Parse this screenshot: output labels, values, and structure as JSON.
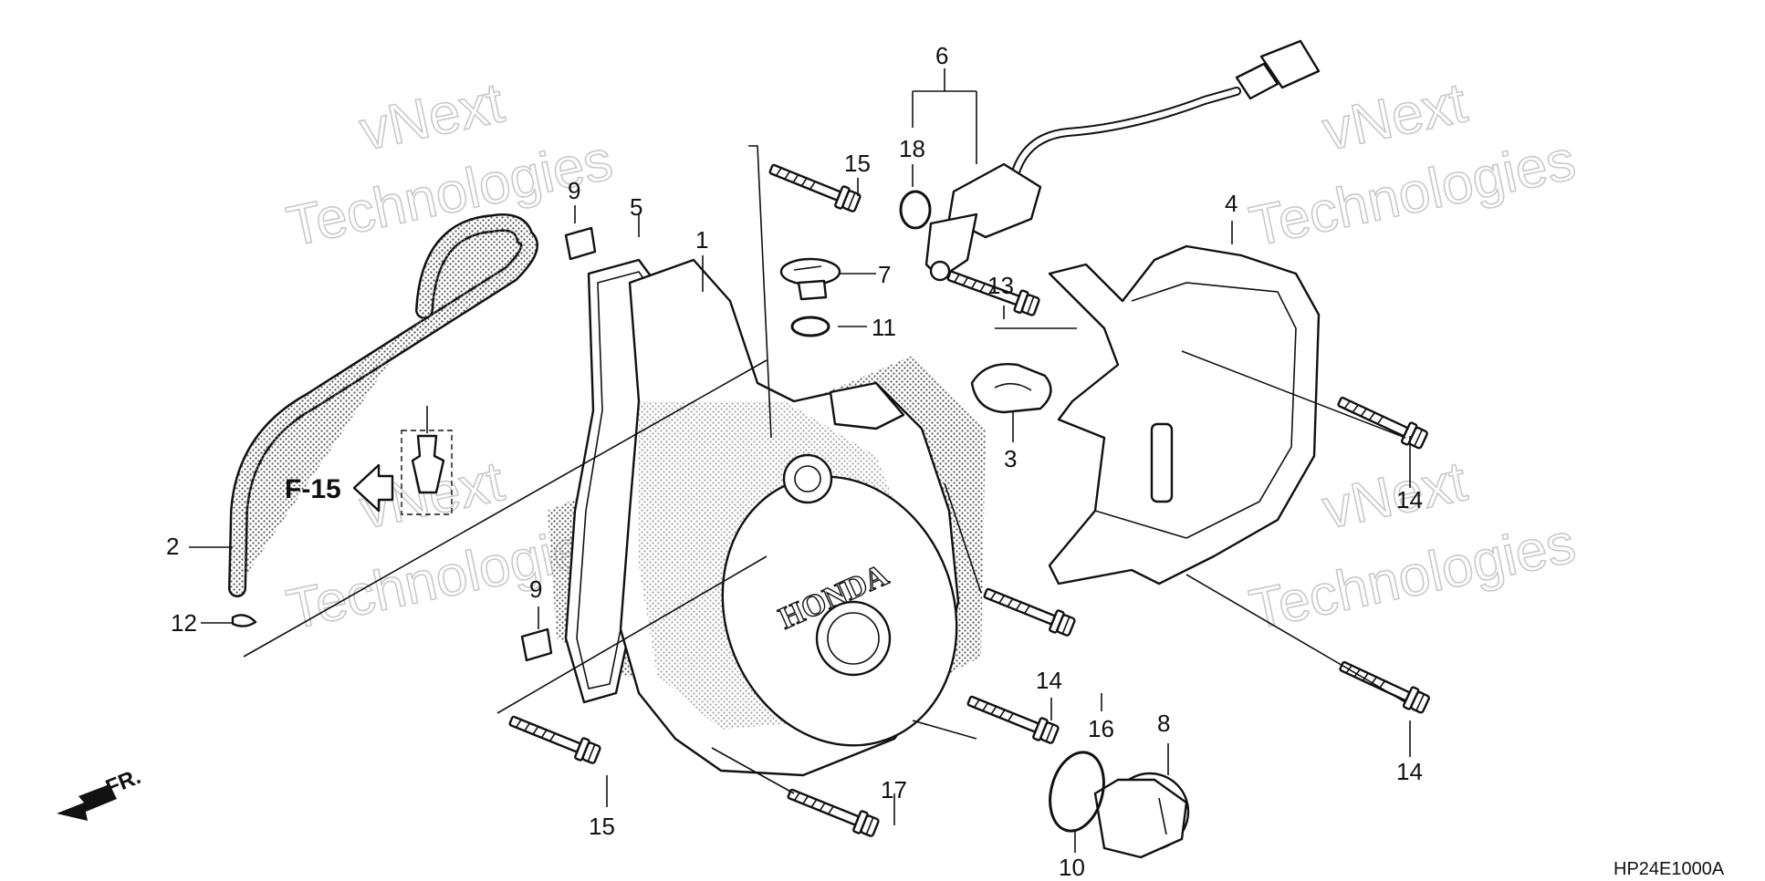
{
  "diagram": {
    "ref_code": "HP24E1000A",
    "cross_reference": "F-15",
    "front_label": "FR.",
    "cover_brand": "HONDA",
    "watermark": {
      "line1": "vNext",
      "line2": "Technologies"
    },
    "callouts": {
      "p1": "1",
      "p2": "2",
      "p3": "3",
      "p4": "4",
      "p5": "5",
      "p6": "6",
      "p7": "7",
      "p8": "8",
      "p9a": "9",
      "p9b": "9",
      "p10": "10",
      "p11": "11",
      "p12": "12",
      "p13": "13",
      "p14a": "14",
      "p14b": "14",
      "p14c": "14",
      "p15a": "15",
      "p15b": "15",
      "p16": "16",
      "p17": "17",
      "p18": "18"
    }
  }
}
